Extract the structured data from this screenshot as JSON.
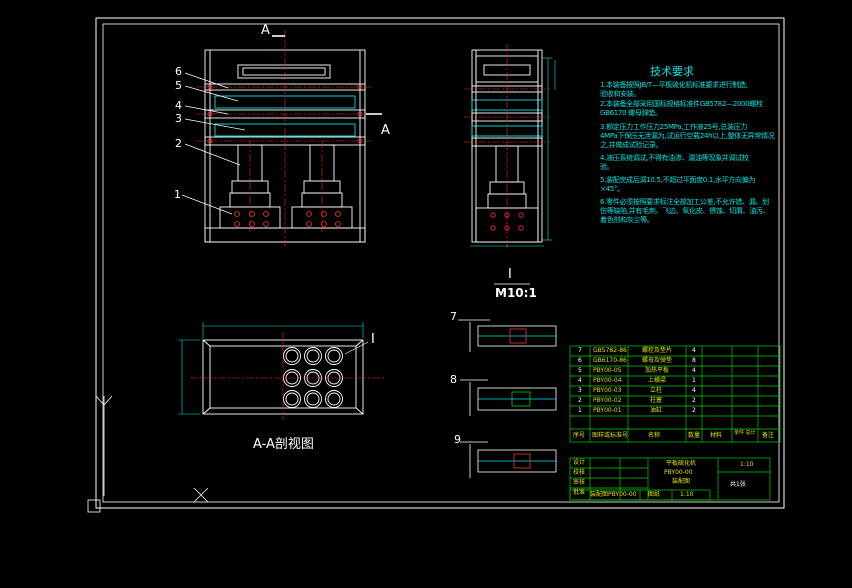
{
  "drawing": {
    "section_marker": "A",
    "section_marker_right": "A",
    "part_numbers": [
      "6",
      "5",
      "4",
      "3",
      "2",
      "1"
    ],
    "detail_marker": "I",
    "detail_title": "I",
    "detail_scale": "M10:1",
    "detail_parts": [
      "7",
      "8",
      "9"
    ],
    "section_view_title": "A-A剖视图",
    "tech_title": "技术要求",
    "tech_lines": [
      "1.本装备按照JB/T—平板硫化机标准要求进行制造,",
      "  验收和安装。",
      "2.本装备全部采用国标规格标准件GB5782—2000螺栓",
      "  GB6170    螺母弹垫。",
      "3.额定压力工作压力25MPa,工作液25号,总装压力",
      "  4MPa下保压无泄漏为,试运行空载24h以上,整体无异常情况",
      "  之,并做成试验记录。",
      "4.液压系统调试,不得有油渗、漏油等现象并调试校",
      "  验。",
      "5.装配完成后调10.5,不超过平面度0.1,水平方向偏为",
      "  ×45°。",
      "6.零件必须按照要求标注全部加工公差,不允许错、漏、划",
      "  伤等缺陷,并有毛刺、飞边、氧化皮、锈蚀、切屑、油污、",
      "  着色剂和灰尘等。"
    ]
  },
  "parts_table": {
    "rows": [
      [
        "7",
        "GB5782-86",
        "螺栓及垫片",
        "4",
        "",
        "",
        ""
      ],
      [
        "6",
        "GB6170-86",
        "螺母及弹垫",
        "8",
        "",
        "",
        ""
      ],
      [
        "5",
        "PBY00-05",
        "加热平板",
        "4",
        "",
        "",
        ""
      ],
      [
        "4",
        "PBY00-04",
        "上横梁",
        "1",
        "",
        "",
        ""
      ],
      [
        "3",
        "PBY00-03",
        "立柱",
        "4",
        "",
        "",
        ""
      ],
      [
        "2",
        "PBY00-02",
        "柱塞",
        "2",
        "",
        "",
        ""
      ],
      [
        "1",
        "PBY00-01",
        "油缸",
        "2",
        "",
        "",
        ""
      ]
    ],
    "header": [
      "序号",
      "图样或标准号",
      "名称",
      "数量",
      "材料",
      "单件 总计",
      "备注"
    ]
  },
  "title_block": {
    "product_name": "平板硫化机",
    "drawing_no": "PBY00-00",
    "assembly": "装配图",
    "role_labels": [
      "设计",
      "校核",
      "审核",
      "批准"
    ],
    "sheet": "共1张",
    "scale": "1:10",
    "footer_left": "装配图PBY00-00",
    "footer_mid": "图纸",
    "footer_right": "1:10"
  },
  "colors": {
    "background": "#000000",
    "frame": "#ffffff",
    "dimension": "#00e5e5",
    "centerline": "#ff2020",
    "table": "#00d000",
    "table_text": "#e0e000"
  }
}
